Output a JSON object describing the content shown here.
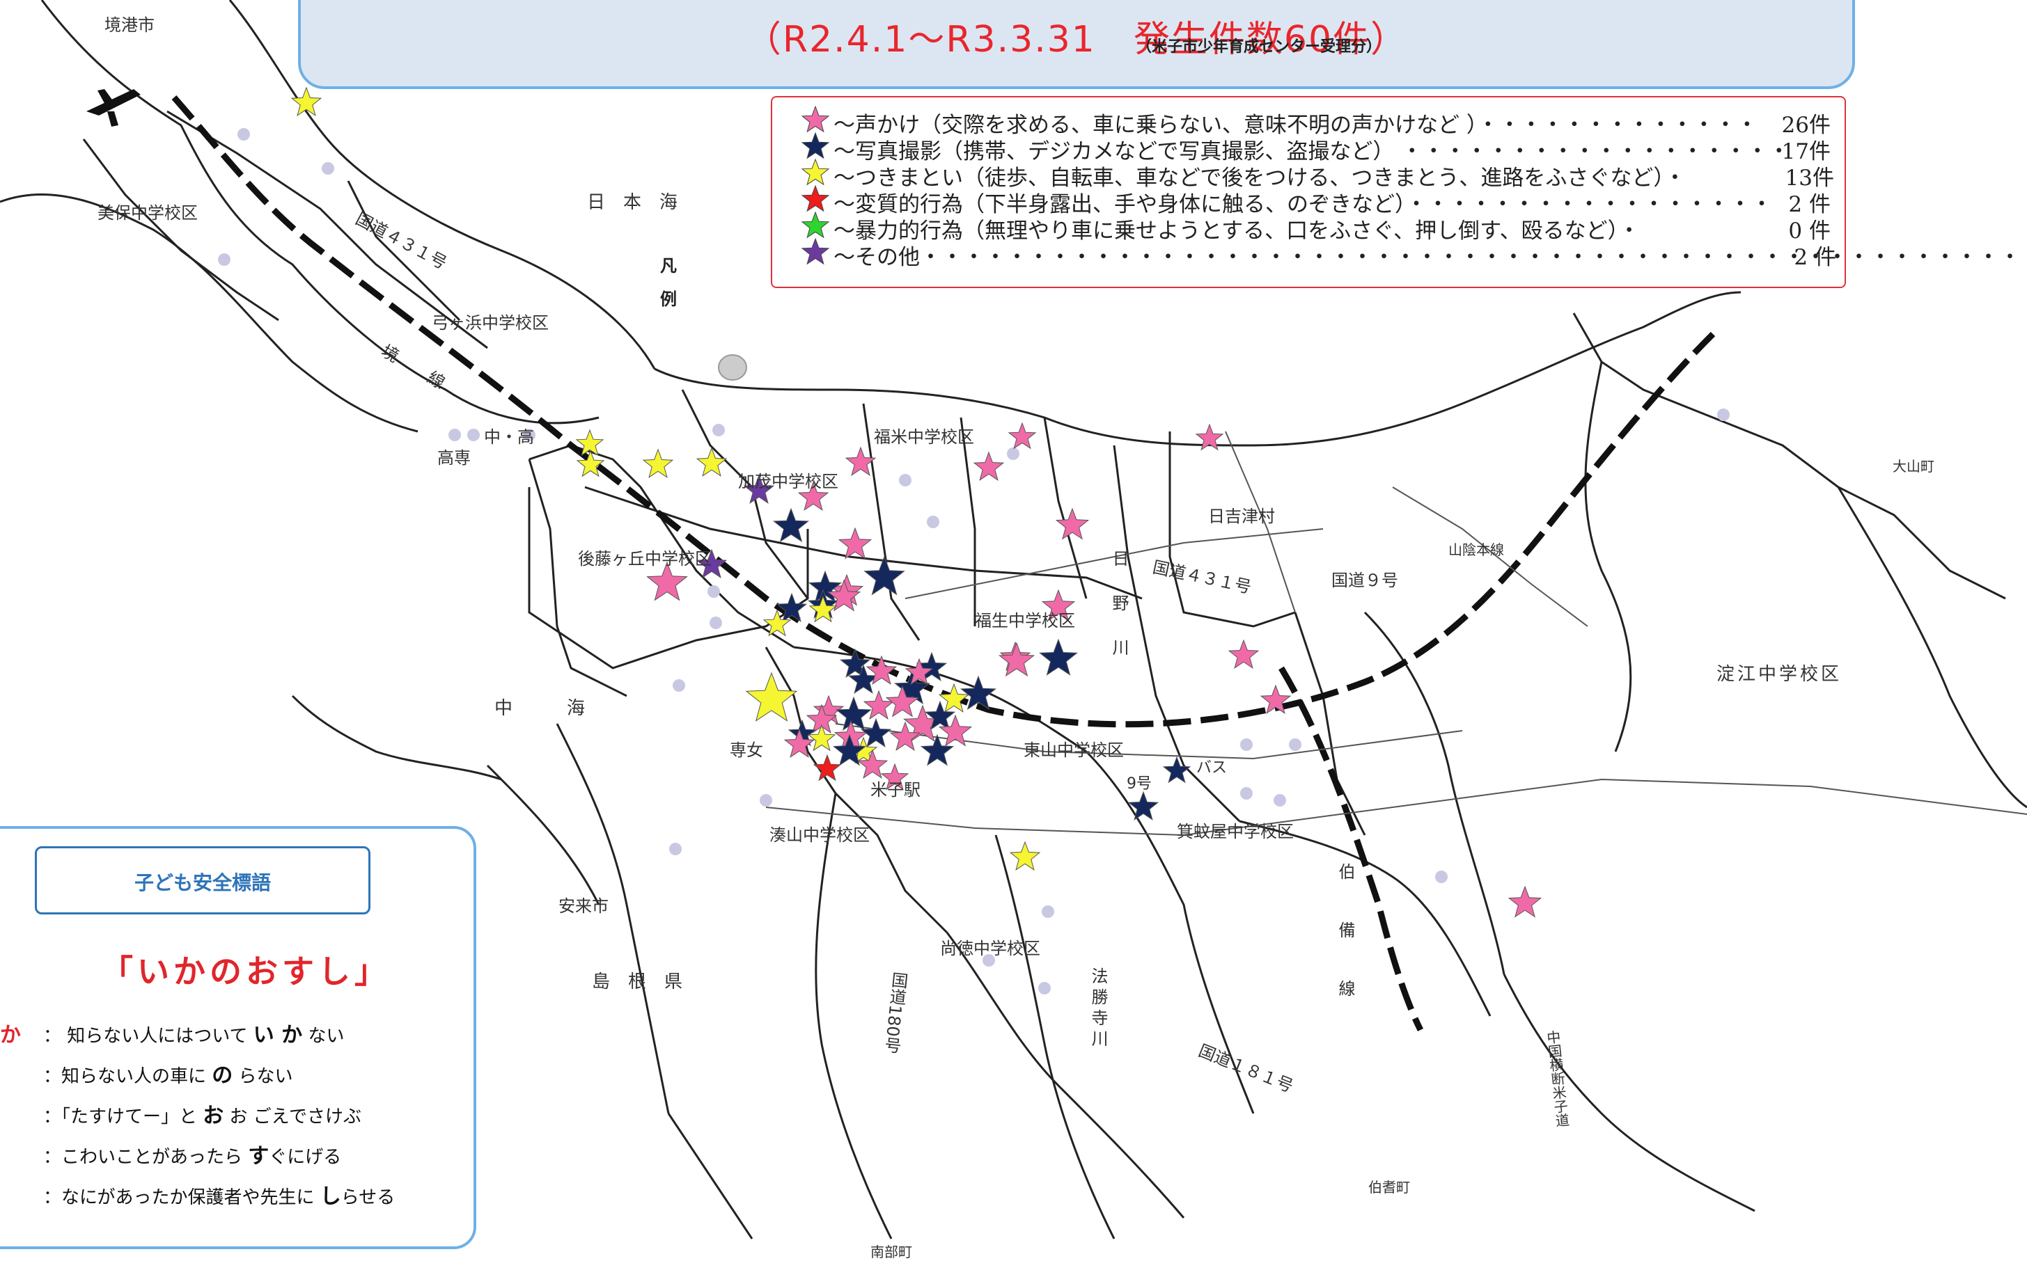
{
  "header": {
    "title": "（R2.4.1〜R3.3.31　発生件数60件）",
    "subtitle": "（米子市少年育成センター受理分）"
  },
  "legend": {
    "label": "凡例",
    "items": [
      {
        "text": "〜声かけ（交際を求める、車に乗らない、意味不明の声かけなど ）・・・・・・・・・・・・・",
        "count": "26件",
        "color": "#f06aa8"
      },
      {
        "text": "〜写真撮影（携帯、デジカメなどで写真撮影、盗撮など） ・・・・・・・・・・・・・・・・・・",
        "count": "17件",
        "color": "#14285e"
      },
      {
        "text": "〜つきまとい（徒歩、自転車、車などで後をつける、つきまとう、進路をふさぐなど）・",
        "count": "13件",
        "color": "#f5f531"
      },
      {
        "text": "〜変質的行為（下半身露出、手や身体に触る、のぞきなど）・・・・・・・・・・・・・・・・・",
        "count": "2 件",
        "color": "#ee1c1c"
      },
      {
        "text": "〜暴力的行為（無理やり車に乗せようとする、口をふさぐ、押し倒す、殴るなど）・",
        "count": "0 件",
        "color": "#2fd42f"
      },
      {
        "text": "〜その他・・・・・・・・・・・・・・・・・・・・・・・・・・・・・・・・・・・・・・・・・・・・・・・・・・・・・・",
        "count": "2 件",
        "color": "#6b3aa0"
      }
    ]
  },
  "slogan": {
    "box_title": "子ども安全標語",
    "main": "「いかのおすし」",
    "rules": [
      {
        "key": "か",
        "pre": "：  知らない人にはついて ",
        "bold": "い か",
        "post": " ない"
      },
      {
        "key": "",
        "pre": "：知らない人の車に ",
        "bold": "の",
        "post": " らない"
      },
      {
        "key": "",
        "pre": "：「たすけてー」と ",
        "bold": "お",
        "post": " お ごえでさけぶ"
      },
      {
        "key": "",
        "pre": "：こわいことがあったら ",
        "bold": "す",
        "post": "ぐにげる"
      },
      {
        "key": "",
        "pre": "：なにがあったか保護者や先生に ",
        "bold": "し",
        "post": "らせる"
      }
    ]
  },
  "places": {
    "sakaiminato": "境港市",
    "nihonkai": "日　本　海",
    "miho": "美保中学校区",
    "yumigahama": "弓ヶ浜中学校区",
    "kokudo431a": "国道４３１号",
    "sakaisen": "境　線",
    "kosen": "高専",
    "chu_ko": "中・高",
    "kamo": "加茂中学校区",
    "fukuyone": "福米中学校区",
    "gotogaoka": "後藤ヶ丘中学校区",
    "hiedu": "日吉津村",
    "kokudo431b": "国道４３１号",
    "hino": "日　野　川",
    "kokudo9": "国道９号",
    "sanin": "山陰本線",
    "fukuseichu": "福生中学校区",
    "daisen": "大山町",
    "yodoe": "淀江中学校区",
    "nakaumi": "中　　　海",
    "higashiyama": "東山中学校区",
    "senjo": "専女",
    "yonago_eki": "米子駅",
    "minatoyama": "湊山中学校区",
    "kokudo9b": "9号",
    "bypass": "バス",
    "minoya": "箕蚊屋中学校区",
    "hakubi": "伯　備　線",
    "yasugi": "安来市",
    "shimane": "島　根　県",
    "shotoku": "尚徳中学校区",
    "kokudo180": "国道180号",
    "hossyoji": "法勝寺川",
    "kokudo181": "国道１８１号",
    "chugoku": "中国横断米子道",
    "hoki": "伯耆町",
    "nanbu": "南部町"
  },
  "incident_counts_by_type": {
    "声かけ": 26,
    "写真撮影": 17,
    "つきまとい": 13,
    "変質的行為": 2,
    "暴力的行為": 0,
    "その他": 2
  }
}
